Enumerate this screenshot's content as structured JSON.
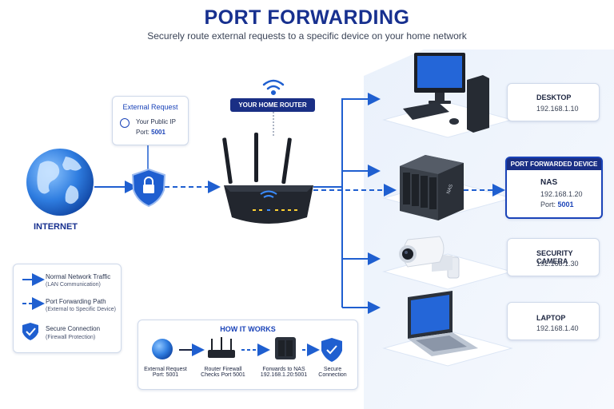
{
  "title": "PORT FORWARDING",
  "subtitle": "Securely route external requests to a specific device on your home network",
  "internet": {
    "label": "INTERNET"
  },
  "external_request": {
    "heading": "External Request",
    "ip_label": "Your Public IP",
    "port_prefix": "Port:",
    "port_value": "5001"
  },
  "router": {
    "label": "YOUR HOME ROUTER"
  },
  "devices": {
    "desktop": {
      "name": "DESKTOP",
      "ip": "192.168.1.10"
    },
    "nas": {
      "badge": "PORT FORWARDED DEVICE",
      "name": "NAS",
      "ip": "192.168.1.20",
      "port_prefix": "Port:",
      "port_value": "5001",
      "box_label": "NAS"
    },
    "camera": {
      "name": "SECURITY CAMERA",
      "ip": "192.168.1.30"
    },
    "laptop": {
      "name": "LAPTOP",
      "ip": "192.168.1.40"
    }
  },
  "legend": {
    "normal": {
      "title": "Normal Network Traffic",
      "sub": "(LAN Communication)"
    },
    "forward": {
      "title": "Port Forwarding Path",
      "sub": "(External to Specific Device)"
    },
    "secure": {
      "title": "Secure Connection",
      "sub": "(Firewall Protection)"
    }
  },
  "how_it_works": {
    "title": "HOW IT WORKS",
    "steps": [
      {
        "line1": "External Request",
        "line2": "Port: 5001"
      },
      {
        "line1": "Router Firewall",
        "line2": "Checks Port 5001"
      },
      {
        "line1": "Forwards to NAS",
        "line2": "192.168.1.20:5001"
      },
      {
        "line1": "Secure",
        "line2": "Connection"
      }
    ]
  },
  "colors": {
    "accent": "#1f5fd0",
    "title": "#17308f",
    "badge": "#1a2f85"
  }
}
